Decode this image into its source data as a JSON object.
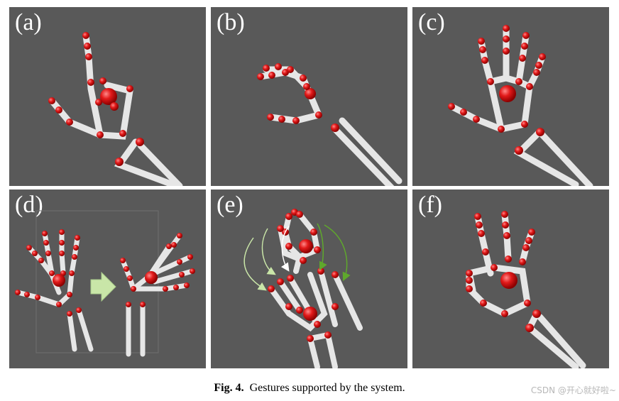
{
  "figure": {
    "panels": [
      {
        "label": "(a)"
      },
      {
        "label": "(b)"
      },
      {
        "label": "(c)"
      },
      {
        "label": "(d)"
      },
      {
        "label": "(e)"
      },
      {
        "label": "(f)"
      }
    ],
    "caption": {
      "prefix": "Fig. 4.",
      "text": "Gestures supported by the system."
    },
    "watermark": "CSDN @开心就好啦~"
  },
  "colors": {
    "panel_bg": "#595959",
    "bone": "#e6e6e6",
    "joint": "#e21a1a",
    "arrow_light_green": "#c9e6a8",
    "arrow_green": "#5fa82c"
  }
}
